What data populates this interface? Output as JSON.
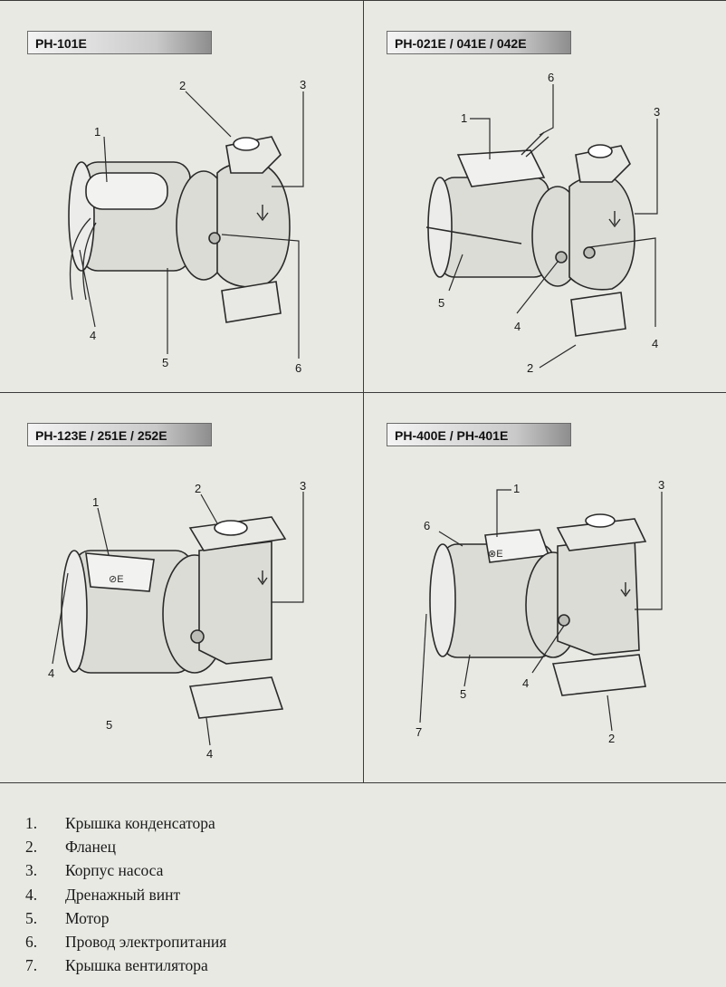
{
  "panels": [
    {
      "title": "PH-101E",
      "callouts": [
        "1",
        "2",
        "3",
        "4",
        "5",
        "6"
      ]
    },
    {
      "title": "PH-021E / 041E / 042E",
      "callouts": [
        "1",
        "2",
        "3",
        "4",
        "4",
        "5",
        "6"
      ]
    },
    {
      "title": "PH-123E / 251E / 252E",
      "callouts": [
        "1",
        "2",
        "3",
        "4",
        "4",
        "5"
      ]
    },
    {
      "title": "PH-400E / PH-401E",
      "callouts": [
        "1",
        "2",
        "3",
        "4",
        "5",
        "6",
        "7"
      ]
    }
  ],
  "legend": [
    {
      "num": "1.",
      "text": "Крышка конденсатора"
    },
    {
      "num": "2.",
      "text": "Фланец"
    },
    {
      "num": "3.",
      "text": "Корпус насоса"
    },
    {
      "num": "4.",
      "text": "Дренажный винт"
    },
    {
      "num": "5.",
      "text": "Мотор"
    },
    {
      "num": "6.",
      "text": "Провод электропитания"
    },
    {
      "num": "7.",
      "text": "Крышка вентилятора"
    }
  ]
}
